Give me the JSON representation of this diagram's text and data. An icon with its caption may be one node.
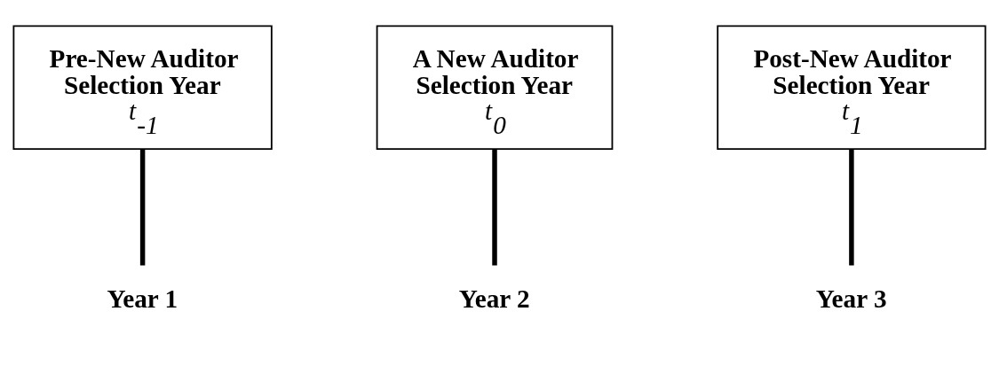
{
  "diagram": {
    "nodes": [
      {
        "text": [
          "Pre-New Auditor Selection Year",
          "t$_{-1}$"
        ]
      },
      {
        "text": [
          "A New Auditor Selection Year",
          "t$_{0}$"
        ]
      },
      {
        "text": [
          "Post-New Auditor Selection Year",
          "t$_{1}$"
        ]
      },
      {
        "text": [
          "Year 1"
        ]
      },
      {
        "text": [
          "Year 2"
        ]
      },
      {
        "text": [
          "Year 3"
        ]
      }
    ],
    "edges": [
      {
        "from": 0,
        "to": 3,
        "arrow": "none"
      },
      {
        "from": 1,
        "to": 4,
        "arrow": "none"
      },
      {
        "from": 2,
        "to": 5,
        "arrow": "none"
      }
    ]
  }
}
